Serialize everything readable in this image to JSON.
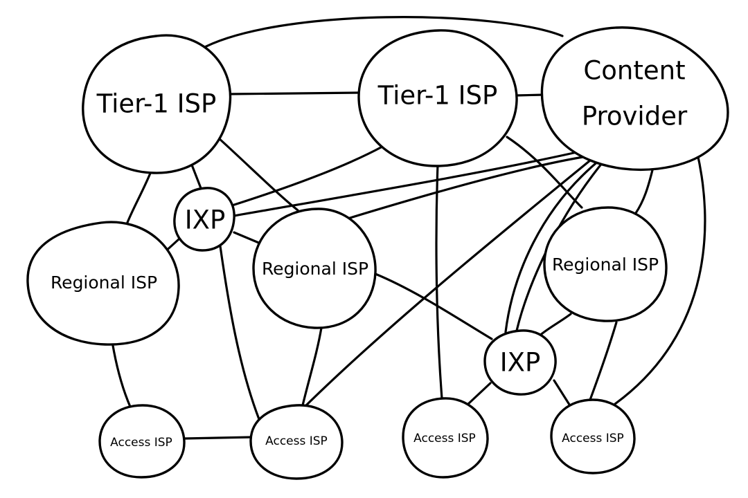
{
  "nodes": {
    "tier1_left": "Tier-1 ISP",
    "tier1_right": "Tier-1 ISP",
    "content_provider_line1": "Content",
    "content_provider_line2": "Provider",
    "ixp_left": "IXP",
    "ixp_right": "IXP",
    "regional_left": "Regional ISP",
    "regional_middle": "Regional ISP",
    "regional_right": "Regional ISP",
    "access_1": "Access ISP",
    "access_2": "Access ISP",
    "access_3": "Access ISP",
    "access_4": "Access ISP"
  }
}
